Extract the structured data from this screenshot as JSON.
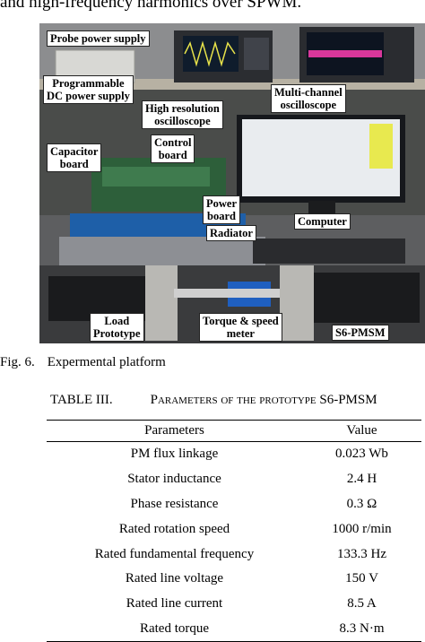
{
  "intro_text": "and high-frequency harmonics over SPWM.",
  "photo_labels": {
    "probe_power_supply": "Probe power supply",
    "programmable_dc": [
      "Programmable",
      "DC power supply"
    ],
    "high_res_scope": [
      "High resolution",
      "oscilloscope"
    ],
    "multi_channel_scope": [
      "Multi-channel",
      "oscilloscope"
    ],
    "capacitor_board": [
      "Capacitor",
      "board"
    ],
    "control_board": [
      "Control",
      "board"
    ],
    "power_board": [
      "Power",
      "board"
    ],
    "radiator": "Radiator",
    "computer": "Computer",
    "load_prototype": [
      "Load",
      "Prototype"
    ],
    "torque_speed_meter": [
      "Torque & speed",
      "meter"
    ],
    "s6_pmsm": "S6-PMSM"
  },
  "figure_caption": {
    "number": "Fig. 6.",
    "text": "Expermental platform"
  },
  "table": {
    "number": "TABLE III.",
    "title": "Parameters of the prototype S6-PMSM",
    "headers": [
      "Parameters",
      "Value"
    ],
    "rows": [
      [
        "PM flux linkage",
        "0.023 Wb"
      ],
      [
        "Stator inductance",
        "2.4 H"
      ],
      [
        "Phase resistance",
        "0.3 Ω"
      ],
      [
        "Rated rotation speed",
        "1000 r/min"
      ],
      [
        "Rated fundamental frequency",
        "133.3 Hz"
      ],
      [
        "Rated line voltage",
        "150 V"
      ],
      [
        "Rated line current",
        "8.5 A"
      ],
      [
        "Rated torque",
        "8.3 N·m"
      ]
    ]
  }
}
